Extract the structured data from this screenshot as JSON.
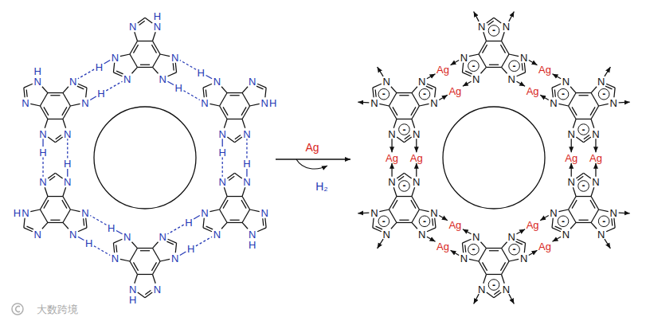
{
  "diagram": {
    "labels": [
      "N",
      "N",
      "N",
      "N",
      "N",
      "N",
      "N",
      "N",
      "N",
      "N",
      "N",
      "N",
      "N",
      "N",
      "N",
      "N",
      "N",
      "N",
      "N",
      "N",
      "N",
      "N",
      "N",
      "N",
      "N",
      "N",
      "N",
      "N",
      "N",
      "N",
      "N",
      "N",
      "N",
      "N",
      "N",
      "N",
      "H",
      "H",
      "H",
      "H",
      "H",
      "H",
      "H",
      "H",
      "H",
      "H",
      "H",
      "H",
      "H",
      "H",
      "H",
      "H",
      "H",
      "H",
      "N",
      "N",
      "N",
      "N",
      "N",
      "N",
      "N",
      "N",
      "N",
      "N",
      "N",
      "N",
      "N",
      "N",
      "N",
      "N",
      "N",
      "N",
      "N",
      "N",
      "N",
      "N",
      "N",
      "N",
      "N",
      "N",
      "N",
      "N",
      "N",
      "N",
      "N",
      "N",
      "N",
      "N",
      "N",
      "N",
      "-",
      "-",
      "-",
      "-",
      "-",
      "-",
      "-",
      "-",
      "-",
      "-",
      "-",
      "-",
      "-",
      "-",
      "-",
      "-",
      "-",
      "-",
      "Ag",
      "Ag",
      "Ag",
      "Ag",
      "Ag",
      "Ag",
      "Ag",
      "Ag",
      "Ag",
      "Ag",
      "Ag",
      "Ag",
      "Ag",
      "H₂",
      "大数跨境"
    ]
  }
}
